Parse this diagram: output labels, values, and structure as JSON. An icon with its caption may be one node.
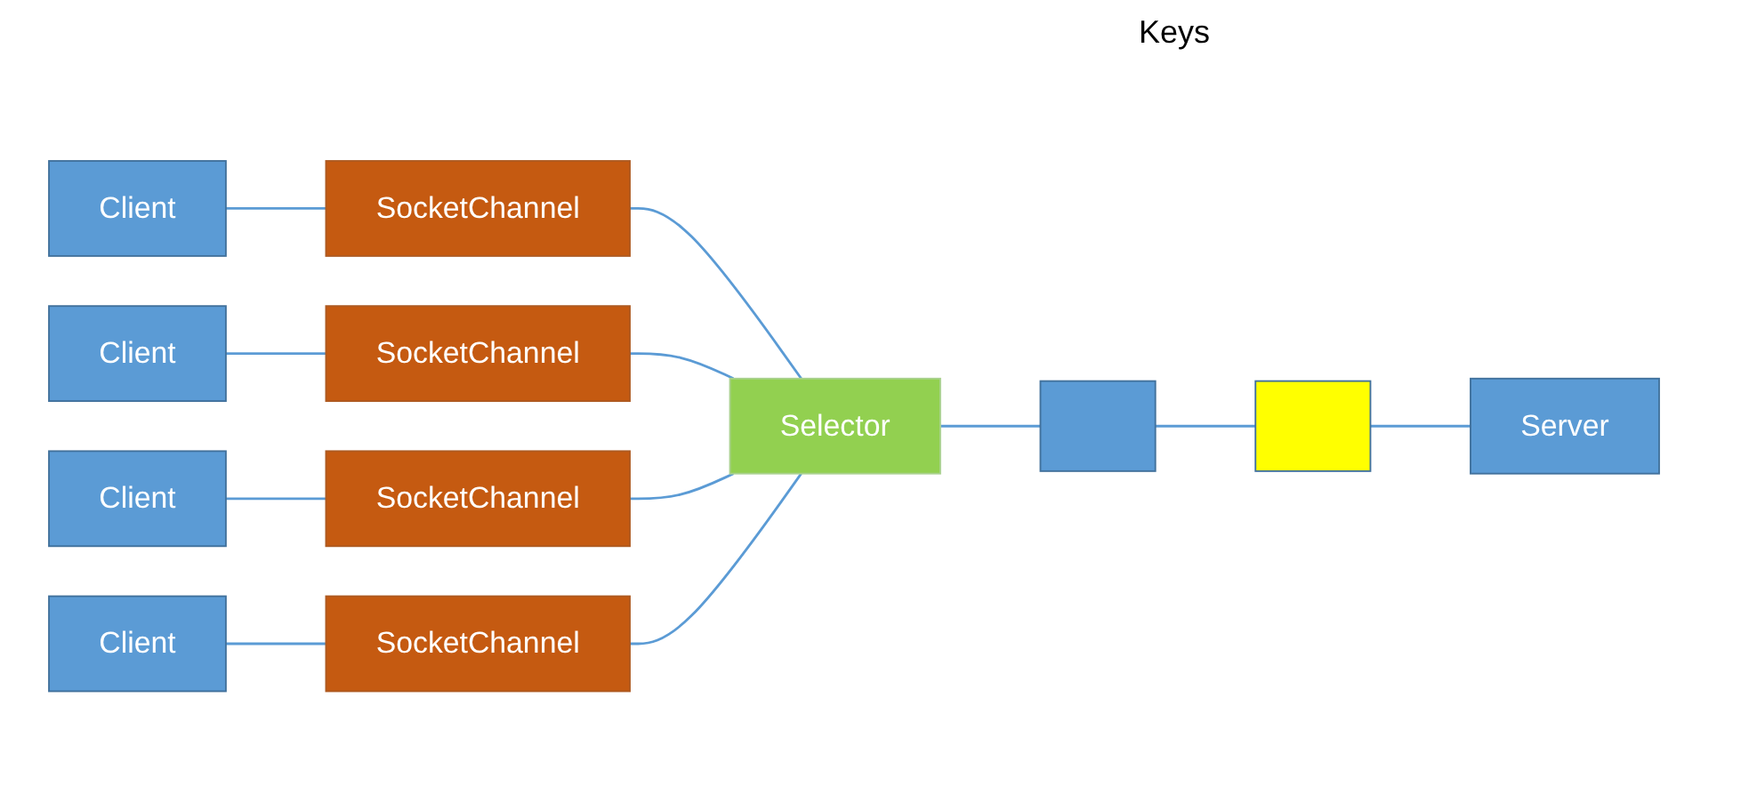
{
  "diagram": {
    "nodes": [
      {
        "text": [
          "Client"
        ]
      },
      {
        "text": [
          "SocketChannel"
        ]
      },
      {
        "text": [
          "Client"
        ]
      },
      {
        "text": [
          "SocketChannel"
        ]
      },
      {
        "text": [
          "Client"
        ]
      },
      {
        "text": [
          "SocketChannel"
        ]
      },
      {
        "text": [
          "Client"
        ]
      },
      {
        "text": [
          "SocketChannel"
        ]
      },
      {
        "text": [
          "Selector"
        ]
      },
      {
        "text": [],
        "shape": "box"
      },
      {
        "text": [],
        "shape": "box"
      },
      {
        "text": [
          "Server"
        ]
      }
    ],
    "edges": [
      {
        "from": 0,
        "to": 1,
        "arrow": "none"
      },
      {
        "from": 2,
        "to": 3,
        "arrow": "none"
      },
      {
        "from": 4,
        "to": 5,
        "arrow": "none"
      },
      {
        "from": 6,
        "to": 7,
        "arrow": "none"
      },
      {
        "from": 1,
        "to": 8,
        "arrow": "none"
      },
      {
        "from": 3,
        "to": 8,
        "arrow": "none"
      },
      {
        "from": 5,
        "to": 8,
        "arrow": "none"
      },
      {
        "from": 7,
        "to": 8,
        "arrow": "none"
      },
      {
        "from": 8,
        "to": 9,
        "arrow": "none"
      },
      {
        "from": 9,
        "to": 10,
        "arrow": "none"
      },
      {
        "from": 10,
        "to": 11,
        "arrow": "none"
      }
    ],
    "labels": [
      "Keys"
    ]
  }
}
